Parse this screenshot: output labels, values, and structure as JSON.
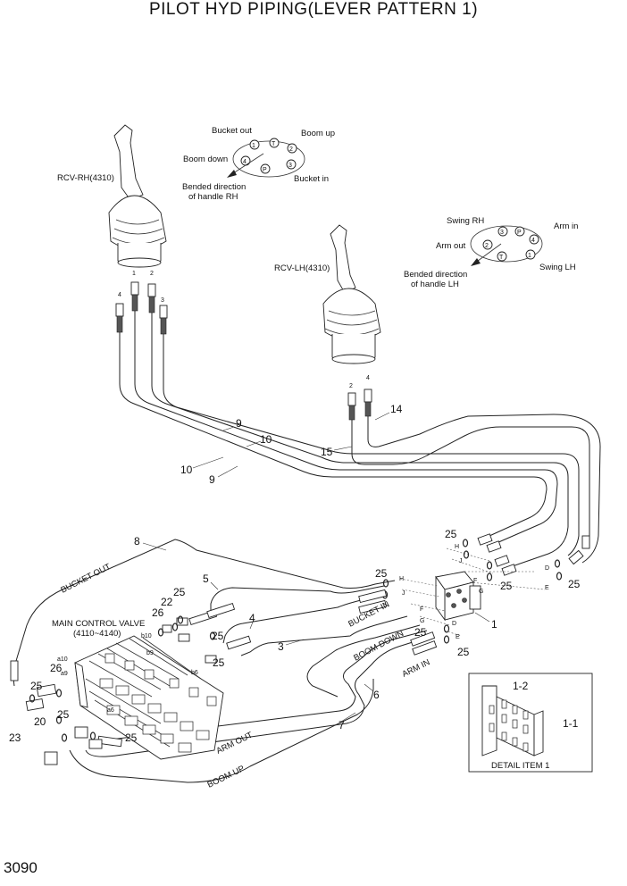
{
  "title": "PILOT HYD PIPING(LEVER PATTERN 1)",
  "page_number": "3090",
  "rcv_rh": {
    "name": "RCV-RH(4310)",
    "ports": [
      "1",
      "2",
      "3",
      "4"
    ],
    "pattern": {
      "bucket_out": "Bucket out",
      "boom_up": "Boom up",
      "boom_down": "Boom down",
      "bucket_in": "Bucket in",
      "bended_line1": "Bended direction",
      "bended_line2": "of handle RH",
      "ports": [
        "1",
        "T",
        "2",
        "4",
        "P",
        "3"
      ]
    }
  },
  "rcv_lh": {
    "name": "RCV-LH(4310)",
    "ports": [
      "2",
      "4"
    ],
    "pattern": {
      "swing_rh": "Swing RH",
      "arm_in": "Arm in",
      "arm_out": "Arm out",
      "swing_lh": "Swing LH",
      "bended_line1": "Bended direction",
      "bended_line2": "of handle LH",
      "ports": [
        "3",
        "P",
        "4",
        "2",
        "T",
        "1"
      ]
    }
  },
  "main_control_valve": {
    "line1": "MAIN CONTROL VALVE",
    "line2": "(4110~4140)"
  },
  "valve_ports": [
    "b10",
    "a10",
    "a9",
    "b9",
    "b6",
    "a6"
  ],
  "hose_labels": {
    "bucket_out": "BUCKET OUT",
    "bucket_in": "BUCKET IN",
    "boom_down": "BOOM DOWN",
    "arm_in": "ARM IN",
    "arm_out": "ARM OUT",
    "boom_up": "BOOM UP"
  },
  "block_ports": [
    "H",
    "J",
    "F",
    "G",
    "D",
    "E",
    "H",
    "J",
    "F",
    "G",
    "D",
    "E"
  ],
  "callouts": [
    "9",
    "10",
    "10",
    "9",
    "14",
    "15",
    "8",
    "5",
    "4",
    "3",
    "6",
    "7",
    "1",
    "22",
    "26",
    "26",
    "23",
    "20",
    "25",
    "25",
    "25",
    "25",
    "25",
    "25",
    "25",
    "25",
    "25",
    "25",
    "25",
    "25"
  ],
  "detail": {
    "caption": "DETAIL ITEM 1",
    "labels": [
      "1-2",
      "1-1"
    ]
  }
}
